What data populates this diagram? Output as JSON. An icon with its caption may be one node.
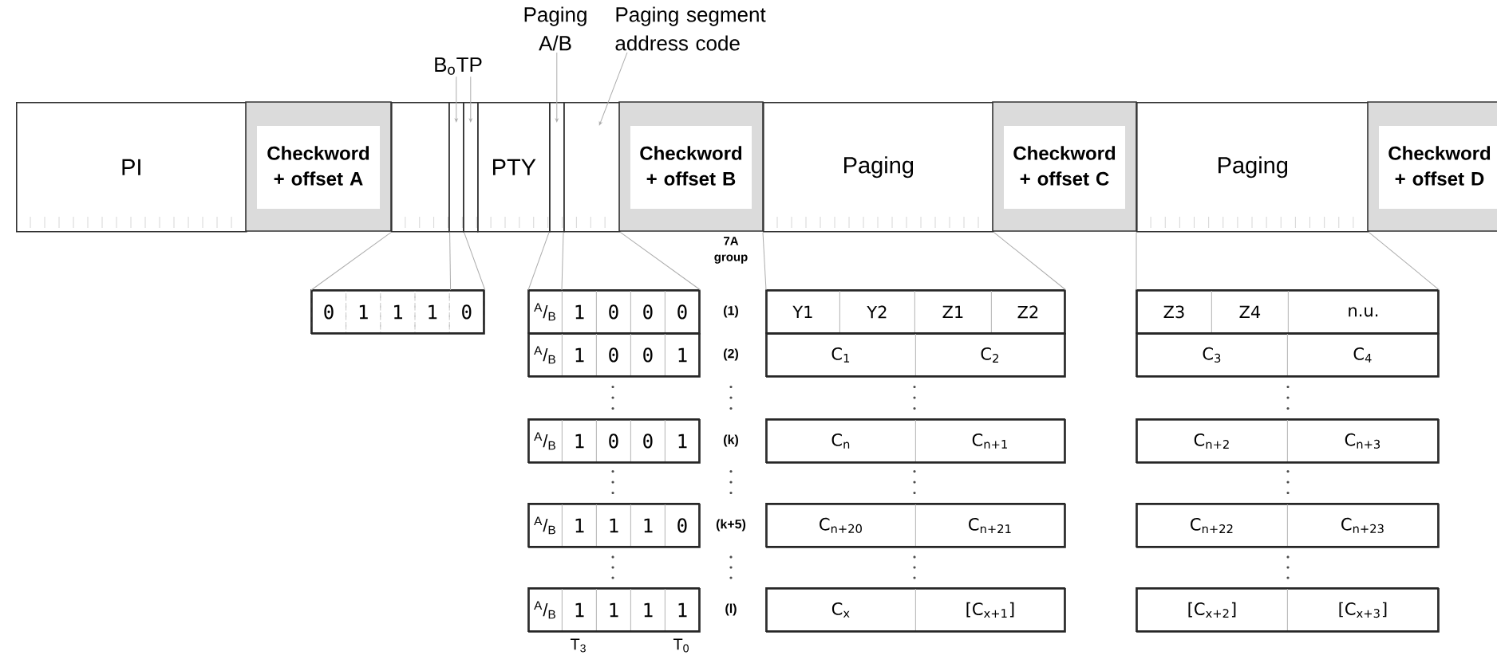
{
  "diagram": {
    "nodes": [
      {
        "text": [
          "PI"
        ]
      },
      {
        "text": [
          "Checkword + offset A"
        ]
      },
      {
        "text": [],
        "shape": "box"
      },
      {
        "text": [],
        "shape": "box"
      },
      {
        "text": [],
        "shape": "box"
      },
      {
        "text": [
          "PTY"
        ]
      },
      {
        "text": [],
        "shape": "box"
      },
      {
        "text": [],
        "shape": "box"
      },
      {
        "text": [
          "Checkword + offset B"
        ]
      },
      {
        "text": [
          "Paging"
        ]
      },
      {
        "text": [
          "Checkword + offset C"
        ]
      },
      {
        "text": [
          "Paging"
        ]
      },
      {
        "text": [
          "Checkword + offset D"
        ]
      },
      {
        "text": [
          "B$_{o}$TP"
        ]
      },
      {
        "text": [
          "Paging A/B"
        ]
      },
      {
        "text": [
          "Paging segment address code"
        ]
      },
      {
        "text": [
          "0",
          "1",
          "1",
          "1",
          "0"
        ]
      },
      {
        "text": [
          "$^{A}$/$_{B}$",
          "1",
          "0",
          "0",
          "0"
        ]
      },
      {
        "text": [
          "$^{A}$/$_{B}$",
          "1",
          "0",
          "0",
          "1"
        ]
      },
      {
        "text": [
          "$^{A}$/$_{B}$",
          "1",
          "0",
          "0",
          "1"
        ]
      },
      {
        "text": [
          "$^{A}$/$_{B}$",
          "1",
          "1",
          "1",
          "0"
        ]
      },
      {
        "text": [
          "$^{A}$/$_{B}$",
          "1",
          "1",
          "1",
          "1"
        ]
      },
      {
        "text": [
          "Y1",
          "Y2",
          "Z1",
          "Z2"
        ]
      },
      {
        "text": [
          "C$_{1}$",
          "C$_{2}$"
        ]
      },
      {
        "text": [
          "C$_{n}$",
          "C$_{n+1}$"
        ]
      },
      {
        "text": [
          "C$_{n+20}$",
          "C$_{n+21}$"
        ]
      },
      {
        "text": [
          "C$_{x}$",
          "[C$_{x+1}$]"
        ]
      },
      {
        "text": [
          "Z3",
          "Z4",
          "n.u."
        ]
      },
      {
        "text": [
          "C$_{3}$",
          "C$_{4}$"
        ]
      },
      {
        "text": [
          "C$_{n+2}$",
          "C$_{n+3}$"
        ]
      },
      {
        "text": [
          "C$_{n+22}$",
          "C$_{n+23}$"
        ]
      },
      {
        "text": [
          "[C$_{x+2}$]",
          "[C$_{x+3}$]"
        ]
      }
    ],
    "edges": [
      {
        "from": 13,
        "to": 3,
        "arrow": "to"
      },
      {
        "from": 13,
        "to": 4,
        "arrow": "to"
      },
      {
        "from": 14,
        "to": 6,
        "arrow": "to"
      },
      {
        "from": 15,
        "to": 7,
        "arrow": "to"
      },
      {
        "from": 2,
        "to": 16,
        "arrow": "none"
      },
      {
        "from": 2,
        "to": 16,
        "arrow": "none"
      },
      {
        "from": 3,
        "to": 16,
        "arrow": "none"
      },
      {
        "from": 6,
        "to": 17,
        "arrow": "none"
      },
      {
        "from": 7,
        "to": 17,
        "arrow": "none"
      },
      {
        "from": 7,
        "to": 17,
        "arrow": "none"
      },
      {
        "from": 9,
        "to": 22,
        "arrow": "none"
      },
      {
        "from": 9,
        "to": 22,
        "arrow": "none"
      },
      {
        "from": 11,
        "to": 27,
        "arrow": "none"
      },
      {
        "from": 11,
        "to": 27,
        "arrow": "none"
      }
    ],
    "labels": [
      "7A group",
      "(1)",
      "(2)",
      "(k)",
      "(k+5)",
      "(l)",
      "T$_{3}$",
      "T$_{0}$"
    ]
  }
}
